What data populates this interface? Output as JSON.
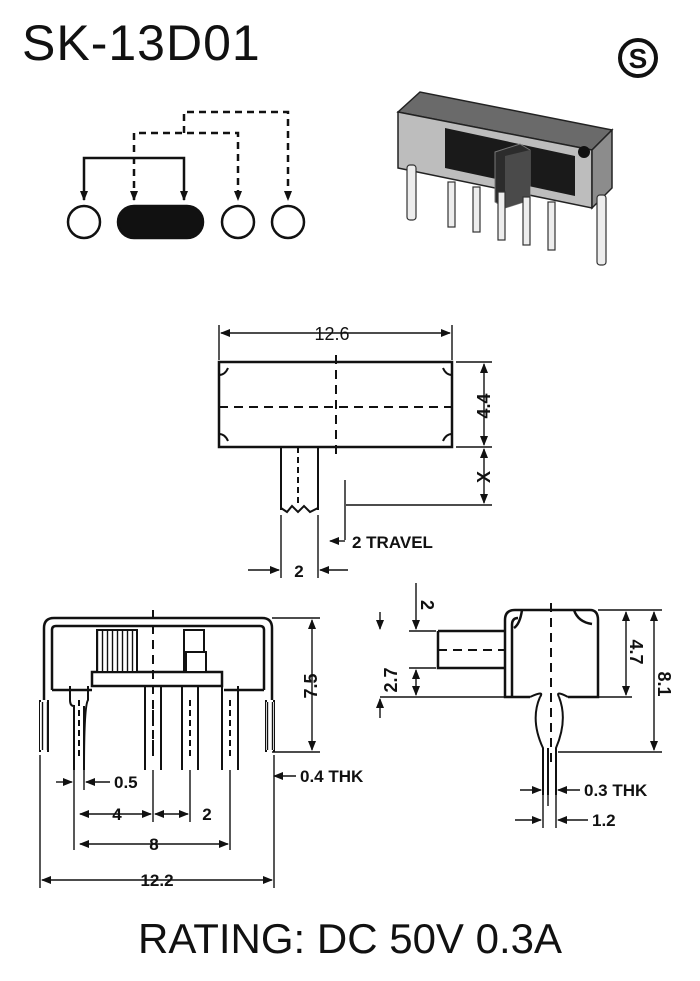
{
  "header": {
    "part_number": "SK-13D01",
    "mark_letter": "S"
  },
  "schematic": {
    "contacts": 5,
    "active_position": "1-2",
    "alt_position": "2-3"
  },
  "top_view": {
    "width_label": "12.6",
    "height_label": "4.4",
    "offset_label": "X",
    "travel_label": "2 TRAVEL",
    "actuator_label": "2"
  },
  "front_view": {
    "height_label": "7.5",
    "pin_width_label": "0.5",
    "thk_label": "0.4 THK",
    "pitch_a_label": "4",
    "pitch_b_label": "2",
    "span_label": "8",
    "overall_label": "12.2"
  },
  "side_view": {
    "knob_width_label": "2",
    "knob_offset_label": "2.7",
    "body_height_label": "4.7",
    "overall_height_label": "8.1",
    "thk_label": "0.3 THK",
    "pin_label": "1.2"
  },
  "footer": {
    "rating": "RATING: DC 50V 0.3A"
  },
  "colors": {
    "ink": "#111111",
    "background": "#ffffff"
  }
}
